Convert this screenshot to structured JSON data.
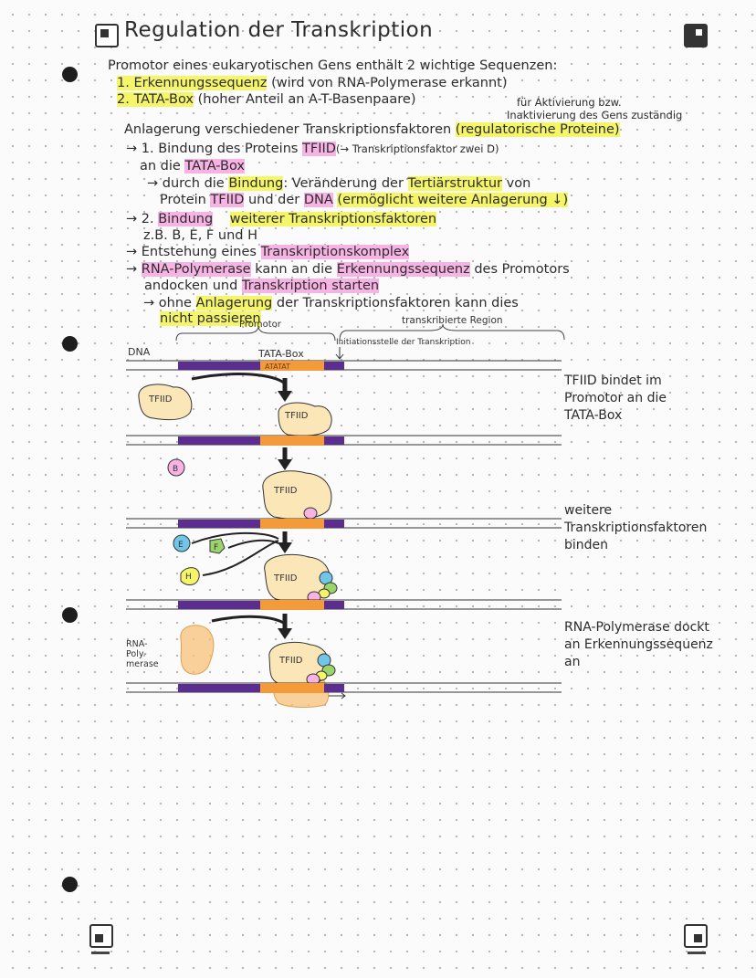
{
  "title": "Regulation der Transkription",
  "intro": {
    "line1": "Promotor eines eukaryotischen Gens enthält 2 wichtige Sequenzen:",
    "item1_label": "1. Erkennungssequenz",
    "item1_rest": "(wird von RNA-Polymerase erkannt)",
    "item2_label": "2. TATA-Box",
    "item2_rest": "(hoher Anteil an A-T-Basenpaare)"
  },
  "side_note": {
    "line1": "für Aktivierung bzw.",
    "line2": "Inaktivierung des Gens zuständig"
  },
  "section": {
    "heading": "Anlagerung verschiedener Transkriptionsfaktoren",
    "heading_hl": "(regulatorische Proteine)",
    "s1a": "→ 1. Bindung des Proteins",
    "s1b": "TFIID",
    "s1c": "(→ Transkriptionsfaktor zwei D)",
    "s1d": "an die",
    "s1e": "TATA-Box",
    "s2a": "→ durch die",
    "s2b": "Bindung",
    "s2c": ": Veränderung der",
    "s2d": "Tertiärstruktur",
    "s2e": "von",
    "s2f": "Protein",
    "s2g": "TFIID",
    "s2h": "und der",
    "s2i": "DNA",
    "s2j": "(ermöglicht weitere Anlagerung ↓)",
    "s3a": "→ 2.",
    "s3b": "Bindung",
    "s3c": "weiterer Transkriptionsfaktoren",
    "s3d": "z.B. B, E, F und H",
    "s4a": "→ Entstehung eines",
    "s4b": "Transkriptionskomplex",
    "s5a": "→",
    "s5b": "RNA-Polymerase",
    "s5c": "kann an die",
    "s5d": "Erkennungssequenz",
    "s5e": "des Promotors",
    "s5f": "andocken und",
    "s5g": "Transkription starten",
    "s6a": "→ ohne",
    "s6b": "Anlagerung",
    "s6c": "der Transkriptionsfaktoren kann dies",
    "s6d": "nicht passieren"
  },
  "diagram": {
    "promotor": "Promotor",
    "transcribed_region": "transkribierte Region",
    "initiation": "Initiationsstelle der Transkription",
    "dna": "DNA",
    "tata_box": "TATA-Box",
    "tata_seq": "ATATAT",
    "tfiid": "TFIID",
    "b": "B",
    "e": "E",
    "f": "F",
    "h": "H",
    "rna_pol_label": "RNA-\nPoly-\nmerase",
    "note1": "TFIID bindet im Promotor an die TATA-Box",
    "note2": "weitere Transkriptionsfaktoren binden",
    "note3": "RNA-Polymerase dockt an Erkennungssequenz an"
  },
  "colors": {
    "purple": "#5b2d8e",
    "orange": "#f39a3a",
    "pink": "#f7b3e4",
    "yellow": "#f5f56a",
    "tfiid": "#fbe6b8",
    "polymerase": "#f8c07a"
  }
}
